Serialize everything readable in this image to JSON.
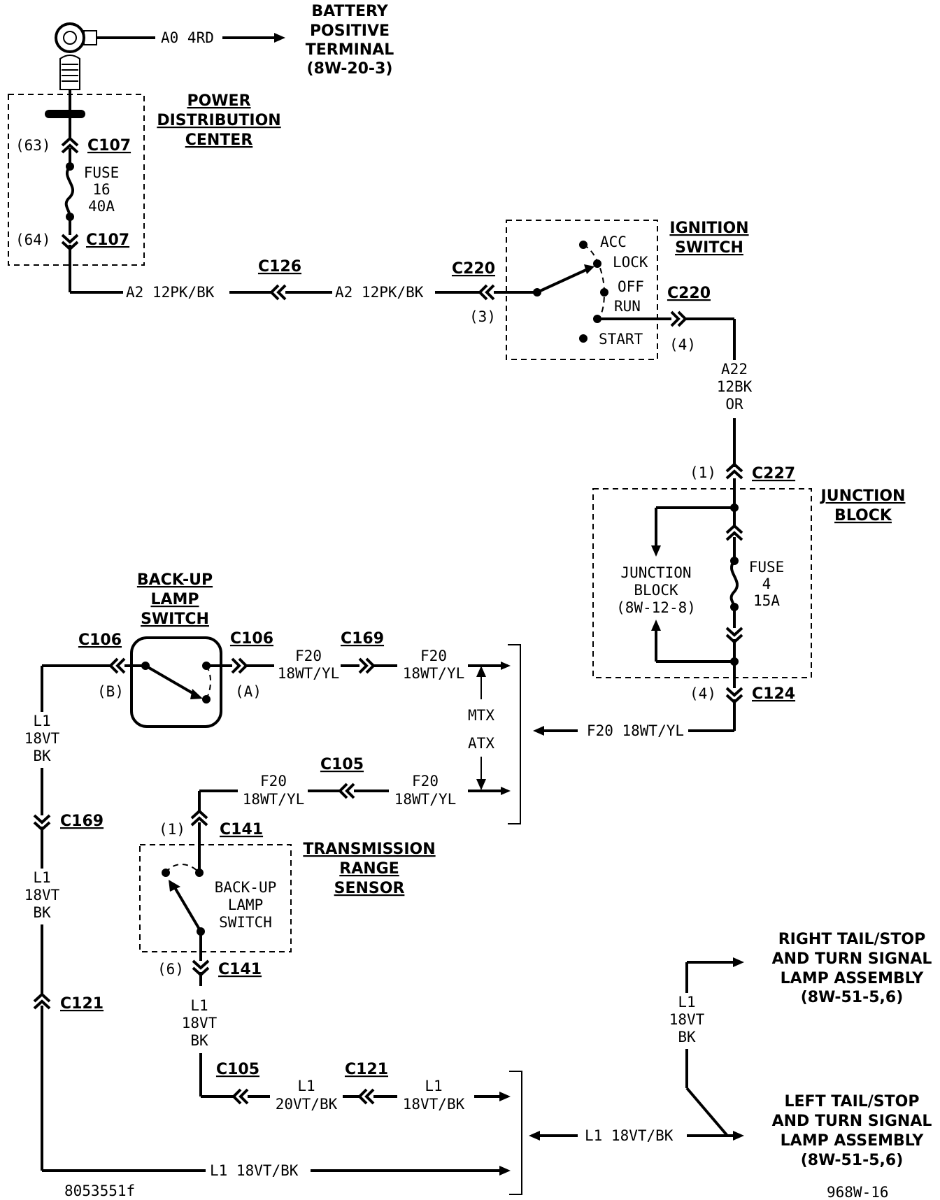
{
  "battery": {
    "wire": "A0 4RD",
    "title": [
      "BATTERY",
      "POSITIVE",
      "TERMINAL",
      "(8W-20-3)"
    ]
  },
  "pdc": {
    "title": [
      "POWER",
      "DISTRIBUTION",
      "CENTER"
    ],
    "pin_top": "(63)",
    "conn_top": "C107",
    "fuse": [
      "FUSE",
      "16",
      "40A"
    ],
    "pin_bottom": "(64)",
    "conn_bottom": "C107"
  },
  "a2": {
    "left_wire": "A2 12PK/BK",
    "c126": "C126",
    "right_wire": "A2 12PK/BK",
    "c220_in": "C220",
    "pin_in": "(3)"
  },
  "ignition": {
    "title": [
      "IGNITION",
      "SWITCH"
    ],
    "positions": [
      "ACC",
      "LOCK",
      "OFF",
      "RUN",
      "START"
    ],
    "c220_out": "C220",
    "pin_out": "(4)"
  },
  "a22": [
    "A22",
    "12BK",
    "OR"
  ],
  "junction": {
    "pin_in": "(1)",
    "conn_in": "C227",
    "title": [
      "JUNCTION",
      "BLOCK"
    ],
    "ref": [
      "JUNCTION",
      "BLOCK",
      "(8W-12-8)"
    ],
    "fuse": [
      "FUSE",
      "4",
      "15A"
    ],
    "pin_out": "(4)",
    "conn_out": "C124"
  },
  "f20_main": "F20 18WT/YL",
  "mtx": "MTX",
  "atx": "ATX",
  "backup_switch": {
    "title": [
      "BACK-UP",
      "LAMP",
      "SWITCH"
    ],
    "conn_left": "C106",
    "pin_left": "(B)",
    "conn_right": "C106",
    "pin_right": "(A)"
  },
  "f20_mtx": {
    "wire1": [
      "F20",
      "18WT/YL"
    ],
    "c169": "C169",
    "wire2": [
      "F20",
      "18WT/YL"
    ]
  },
  "f20_atx": {
    "wire1": [
      "F20",
      "18WT/YL"
    ],
    "c105": "C105",
    "wire2": [
      "F20",
      "18WT/YL"
    ]
  },
  "left_wire": {
    "upper": [
      "L1",
      "18VT",
      "BK"
    ],
    "c169": "C169",
    "lower": [
      "L1",
      "18VT",
      "BK"
    ],
    "c121": "C121",
    "bottom": "L1 18VT/BK"
  },
  "trs": {
    "title": [
      "TRANSMISSION",
      "RANGE",
      "SENSOR"
    ],
    "pin_top": "(1)",
    "conn_top": "C141",
    "switch": [
      "BACK-UP",
      "LAMP",
      "SWITCH"
    ],
    "pin_bottom": "(6)",
    "conn_bottom": "C141",
    "wire": [
      "L1",
      "18VT",
      "BK"
    ]
  },
  "atx_out": {
    "c105": "C105",
    "wire1": [
      "L1",
      "20VT/BK"
    ],
    "c121": "C121",
    "wire2": [
      "L1",
      "18VT/BK"
    ]
  },
  "output": {
    "wire": "L1 18VT/BK",
    "branch_wire": [
      "L1",
      "18VT",
      "BK"
    ],
    "right_lamp": [
      "RIGHT TAIL/STOP",
      "AND TURN SIGNAL",
      "LAMP ASSEMBLY",
      "(8W-51-5,6)"
    ],
    "left_lamp": [
      "LEFT TAIL/STOP",
      "AND TURN SIGNAL",
      "LAMP ASSEMBLY",
      "(8W-51-5,6)"
    ]
  },
  "footer": {
    "left_code": "8053551f",
    "right_code": "968W-16"
  }
}
